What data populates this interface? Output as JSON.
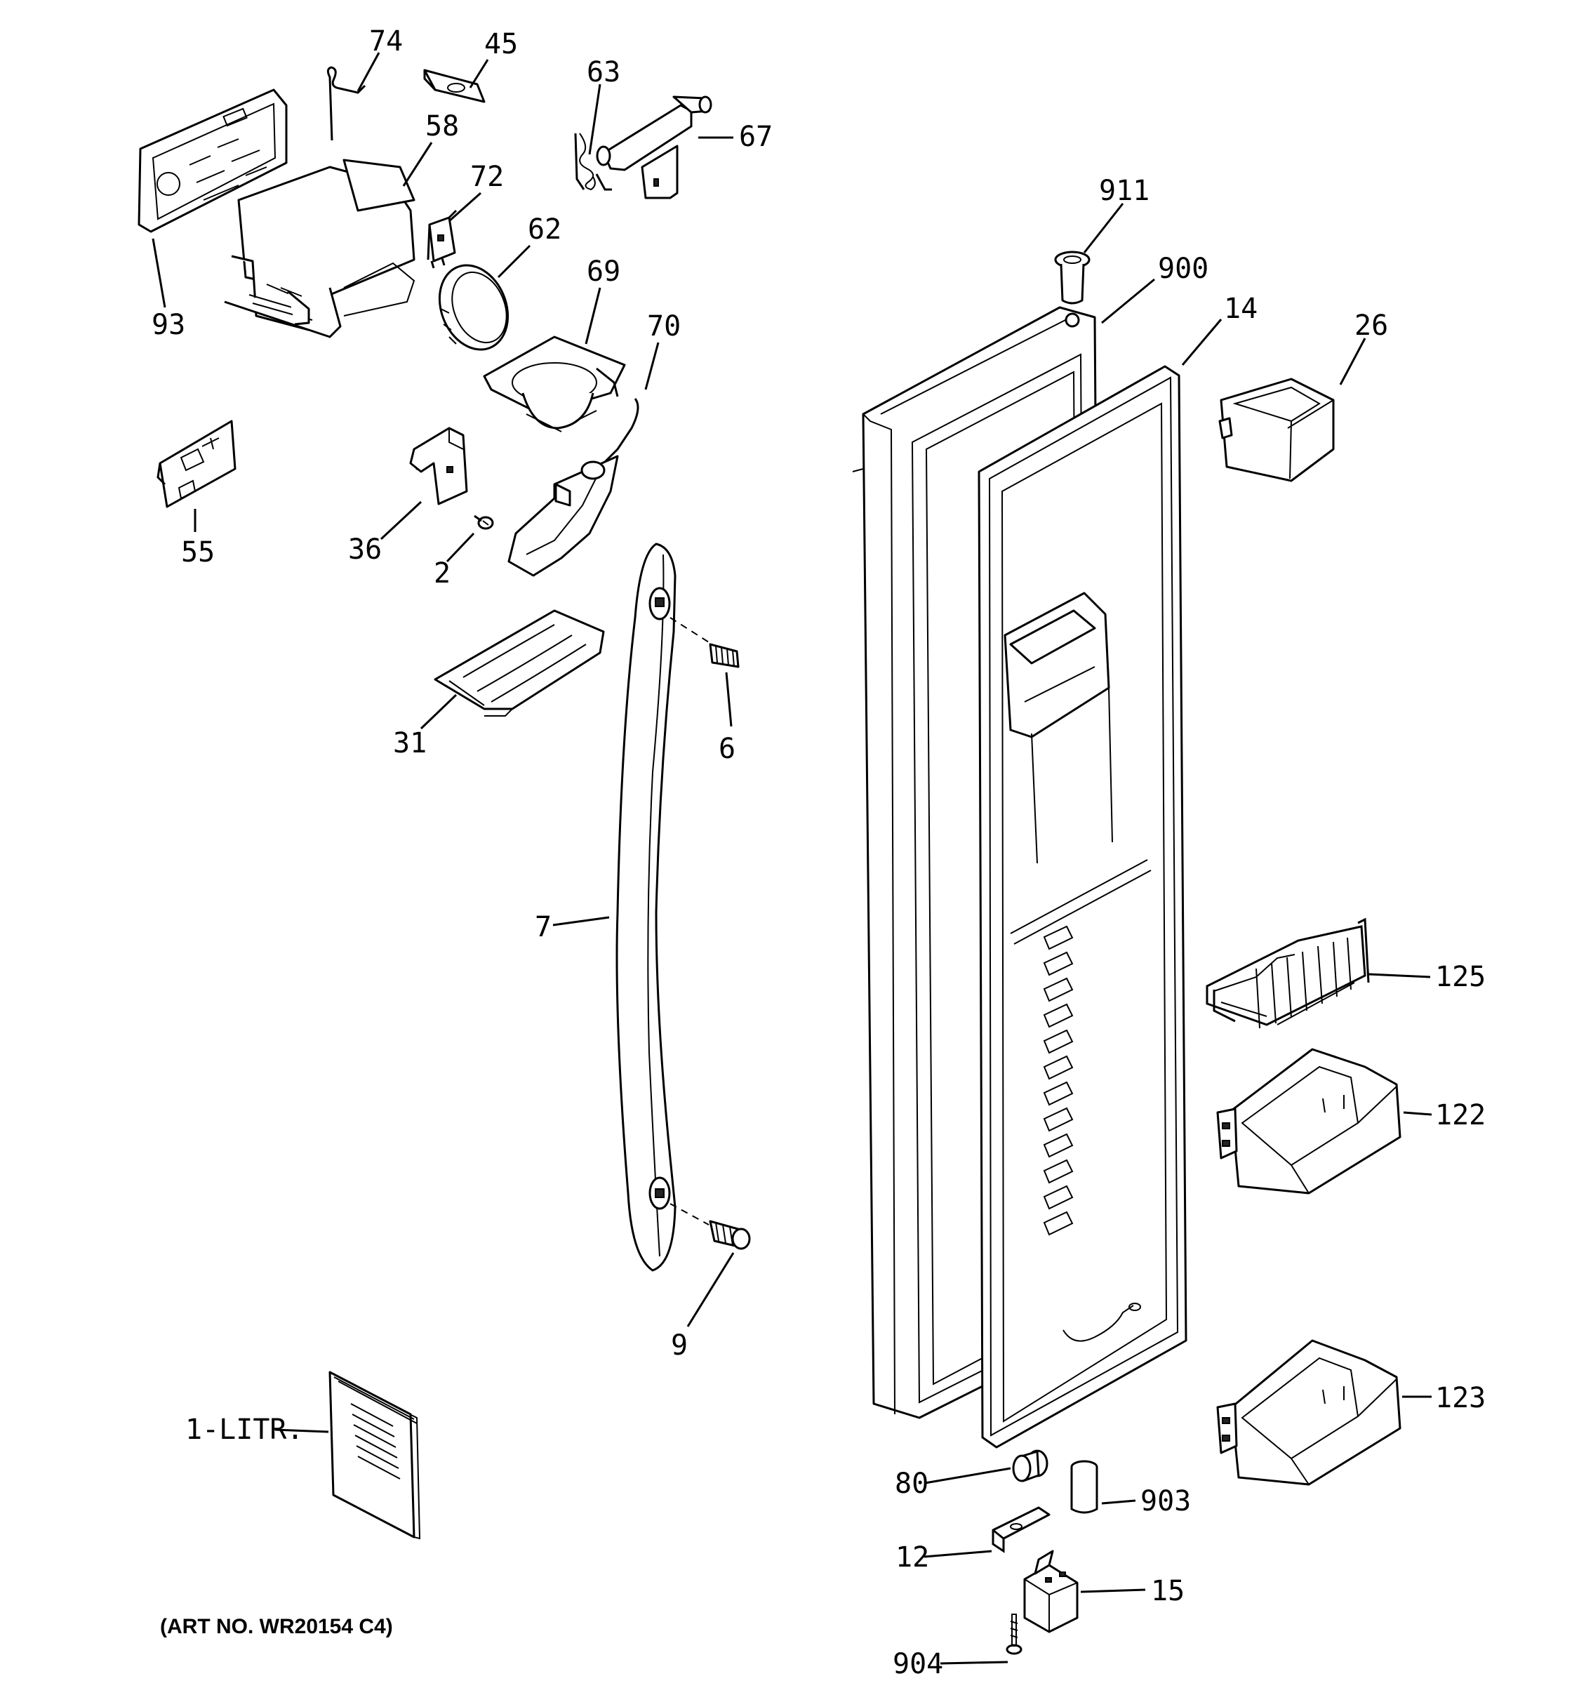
{
  "callouts": {
    "c74": "74",
    "c45": "45",
    "c63": "63",
    "c67": "67",
    "c58": "58",
    "c72": "72",
    "c62": "62",
    "c93": "93",
    "c69": "69",
    "c70": "70",
    "c55": "55",
    "c36": "36",
    "c2": "2",
    "c31": "31",
    "c6": "6",
    "c7": "7",
    "c9": "9",
    "c1litr": "1-LITR.",
    "c911": "911",
    "c900": "900",
    "c14": "14",
    "c26": "26",
    "c125": "125",
    "c122": "122",
    "c123": "123",
    "c80": "80",
    "c903": "903",
    "c12": "12",
    "c15": "15",
    "c904": "904"
  },
  "footer": {
    "art_no": "(ART NO. WR20154 C4)"
  }
}
